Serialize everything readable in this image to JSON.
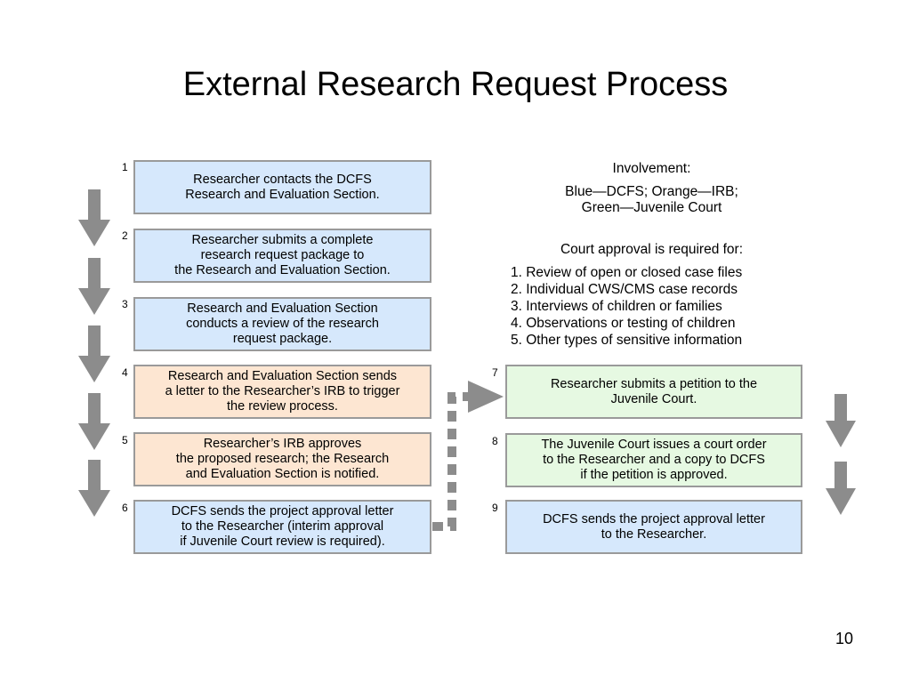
{
  "title": "External Research Request Process",
  "steps": [
    {
      "num": "1",
      "text": "Researcher contacts the DCFS\nResearch and Evaluation Section.",
      "color": "#d6e8fc"
    },
    {
      "num": "2",
      "text": "Researcher submits a complete\nresearch request package to\nthe Research and Evaluation Section.",
      "color": "#d6e8fc"
    },
    {
      "num": "3",
      "text": "Research and Evaluation Section\nconducts a review of the research\nrequest package.",
      "color": "#d6e8fc"
    },
    {
      "num": "4",
      "text": "Research and Evaluation Section sends\na letter to the Researcher’s IRB to trigger\nthe review process.",
      "color": "#fde6d2"
    },
    {
      "num": "5",
      "text": "Researcher’s IRB approves\nthe proposed research; the Research\nand Evaluation Section is notified.",
      "color": "#fde6d2"
    },
    {
      "num": "6",
      "text": "DCFS sends the project approval letter\nto the Researcher (interim approval\nif Juvenile Court review is required).",
      "color": "#d6e8fc"
    },
    {
      "num": "7",
      "text": "Researcher submits a petition to the\nJuvenile Court.",
      "color": "#e6f9e2"
    },
    {
      "num": "8",
      "text": "The Juvenile Court issues a court order\nto the Researcher and a copy to DCFS\nif the petition is approved.",
      "color": "#e6f9e2"
    },
    {
      "num": "9",
      "text": "DCFS sends the project approval letter\nto the Researcher.",
      "color": "#d6e8fc"
    }
  ],
  "involvement": {
    "heading": "Involvement:",
    "line1": "Blue—DCFS; Orange—IRB;",
    "line2": "Green—Juvenile Court"
  },
  "court_approval": {
    "heading": "Court approval is required for:",
    "items": [
      "1.  Review of open or closed case files",
      "2.  Individual CWS/CMS case records",
      "3.  Interviews of children or families",
      "4.  Observations or testing of children",
      "5.  Other types of sensitive information"
    ]
  },
  "page_number": "10",
  "colors": {
    "dcfs": "#d6e8fc",
    "irb": "#fde6d2",
    "court": "#e6f9e2",
    "arrow": "#8c8c8c",
    "border": "#9a9a9a"
  }
}
